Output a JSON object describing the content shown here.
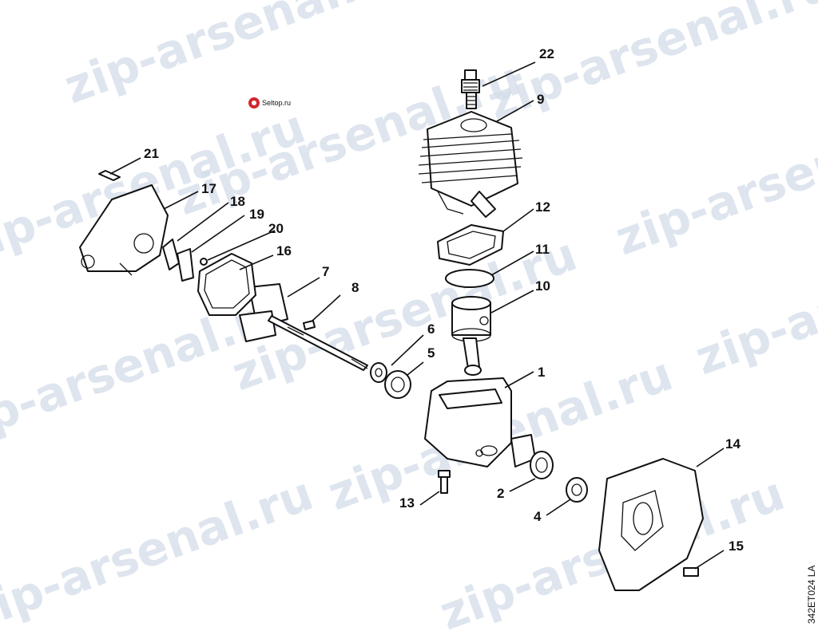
{
  "watermark_text": "zip-arsenal.ru",
  "logo": {
    "text": "Seltop.ru",
    "color": "#d0282e"
  },
  "drawing_code": "342ET024 LA",
  "callouts": [
    "1",
    "2",
    "4",
    "5",
    "6",
    "7",
    "8",
    "9",
    "10",
    "11",
    "12",
    "13",
    "14",
    "15",
    "16",
    "17",
    "18",
    "19",
    "20",
    "21",
    "22"
  ]
}
